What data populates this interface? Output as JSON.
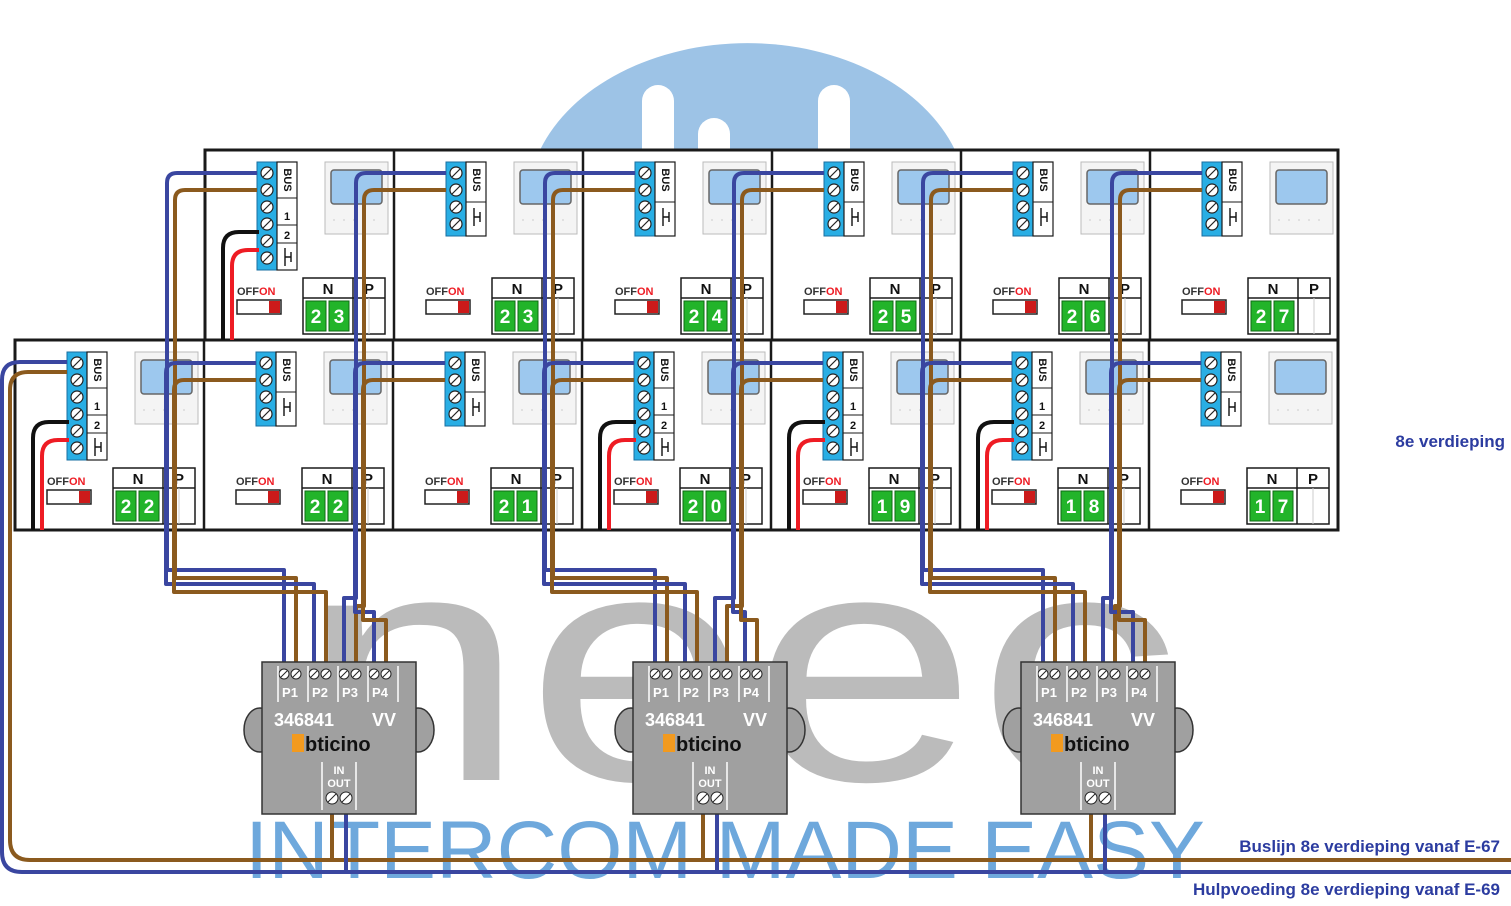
{
  "watermark": {
    "letters": "neec",
    "tagline": "INTERCOM MADE EASY",
    "logo_color": "#9dc3e6",
    "letters_color": "#b8b8b8",
    "tagline_color": "#6ea8dc"
  },
  "floor_label": "8e verdieping",
  "bus_line_label": "Buslijn 8e verdieping vanaf E-67",
  "aux_power_label": "Hulpvoeding 8e verdieping vanaf E-69",
  "colors": {
    "bus_blue": "#3a46a0",
    "bus_brown": "#8b5a1e",
    "terminal_cyan": "#29aee4",
    "address_green": "#22b42a",
    "label_navy": "#2c3ca0",
    "wire_red": "#ee1c24"
  },
  "terminal_labels": {
    "bus": "BUS",
    "one": "1",
    "two": "2"
  },
  "config_labels": {
    "off": "OFF",
    "on": "ON",
    "n": "N",
    "p": "P"
  },
  "top_row": [
    {
      "address": [
        "2",
        "3"
      ],
      "aux": true
    },
    {
      "address": [
        "2",
        "3"
      ],
      "aux": false
    },
    {
      "address": [
        "2",
        "4"
      ],
      "aux": false
    },
    {
      "address": [
        "2",
        "5"
      ],
      "aux": false
    },
    {
      "address": [
        "2",
        "6"
      ],
      "aux": false
    },
    {
      "address": [
        "2",
        "7"
      ],
      "aux": false
    }
  ],
  "bottom_row": [
    {
      "address": [
        "2",
        "2"
      ],
      "aux": true
    },
    {
      "address": [
        "2",
        "2"
      ],
      "aux": false
    },
    {
      "address": [
        "2",
        "1"
      ],
      "aux": false
    },
    {
      "address": [
        "2",
        "0"
      ],
      "aux": true
    },
    {
      "address": [
        "1",
        "9"
      ],
      "aux": true
    },
    {
      "address": [
        "1",
        "8"
      ],
      "aux": true
    },
    {
      "address": [
        "1",
        "7"
      ],
      "aux": false
    }
  ],
  "distributor": {
    "model": "346841",
    "suffix": "VV",
    "brand": "bticino",
    "ports": [
      "P1",
      "P2",
      "P3",
      "P4"
    ],
    "in_label": "IN",
    "out_label": "OUT",
    "count": 3
  }
}
